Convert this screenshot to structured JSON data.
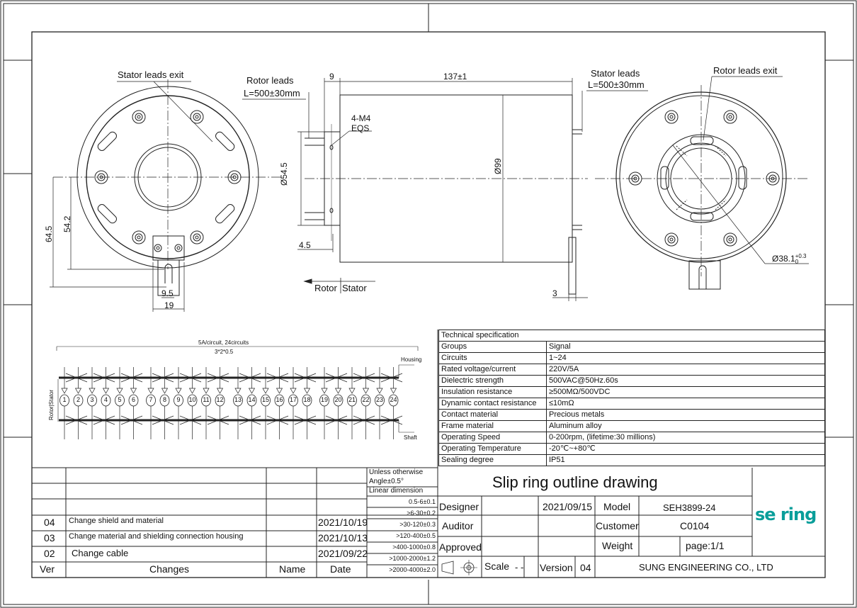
{
  "top_view": {
    "stator_leads_exit": "Stator leads exit",
    "rotor_leads": "Rotor leads",
    "rotor_leads_length": "L=500±30mm",
    "stator_leads": "Stator leads",
    "stator_leads_length": "L=500±30mm",
    "rotor_leads_exit": "Rotor leads exit",
    "dims": {
      "d9": "9",
      "d137": "137±1",
      "m4": "4-M4",
      "eqs": "EQS",
      "d545": "Ø54.5",
      "d99": "Ø99",
      "d645": "64.5",
      "d542": "54.2",
      "d95": "9.5",
      "d19": "19",
      "d45": "4.5",
      "d3": "3",
      "d381_base": "Ø38.1",
      "d381_sup": "+0.3",
      "d381_sub": "0"
    },
    "rotor_label": "Rotor",
    "stator_label": "Stator"
  },
  "schematic": {
    "title": "5A/circuit, 24circuits",
    "subtitle": "3*2*0.5",
    "housing": "Housing",
    "shaft": "Shaft",
    "side_label": "Rotor|Stator",
    "circuits": [
      "1",
      "2",
      "3",
      "4",
      "5",
      "6",
      "7",
      "8",
      "9",
      "10",
      "11",
      "12",
      "13",
      "14",
      "15",
      "16",
      "17",
      "18",
      "19",
      "20",
      "21",
      "22",
      "23",
      "24"
    ]
  },
  "spec": {
    "title": "Technical specification",
    "rows": [
      [
        "Groups",
        "Signal"
      ],
      [
        "Circuits",
        "1~24"
      ],
      [
        "Rated voltage/current",
        "220V/5A"
      ],
      [
        "Dielectric strength",
        "500VAC@50Hz.60s"
      ],
      [
        "Insulation resistance",
        "≥500MΩ/500VDC"
      ],
      [
        "Dynamic contact resistance",
        "≤10mΩ"
      ],
      [
        "Contact material",
        "Precious metals"
      ],
      [
        "Frame material",
        "Aluminum  alloy"
      ],
      [
        "Operating Speed",
        "0-200rpm, (lifetime:30 millions)"
      ],
      [
        "Operating Temperature",
        "-20℃~+80℃"
      ],
      [
        "Sealing degree",
        "IP51"
      ]
    ]
  },
  "revisions": {
    "rows": [
      {
        "ver": "04",
        "change": "Change shield and material",
        "name": "",
        "date": "2021/10/19"
      },
      {
        "ver": "03",
        "change": "Change material and shielding connection housing",
        "name": "",
        "date": "2021/10/13"
      },
      {
        "ver": "02",
        "change": "Change cable",
        "name": "",
        "date": "2021/09/22"
      }
    ],
    "header": {
      "ver": "Ver",
      "changes": "Changes",
      "name": "Name",
      "date": "Date"
    }
  },
  "tolerance": {
    "l1": "Unless otherwise",
    "l2": "Angle±0.5°",
    "l3": "Linear dimension",
    "rows": [
      "0.5-6±0.1",
      ">6-30±0.2",
      ">30-120±0.3",
      ">120-400±0.5",
      ">400-1000±0.8",
      ">1000-2000±1.2",
      ">2000-4000±2.0"
    ]
  },
  "titleblock": {
    "title": "Slip ring outline drawing",
    "designer": "Designer",
    "designer_date": "2021/09/15",
    "model_label": "Model",
    "model": "SEH3899-24",
    "auditor": "Auditor",
    "customer_label": "Customer",
    "customer": "C0104",
    "approved": "Approved",
    "weight": "Weight",
    "page": "page:1/1",
    "scale_label": "Scale",
    "scale": "- -",
    "version_label": "Version",
    "version": "04",
    "company": "SUNG ENGINEERING CO., LTD",
    "logo": "se ring"
  }
}
